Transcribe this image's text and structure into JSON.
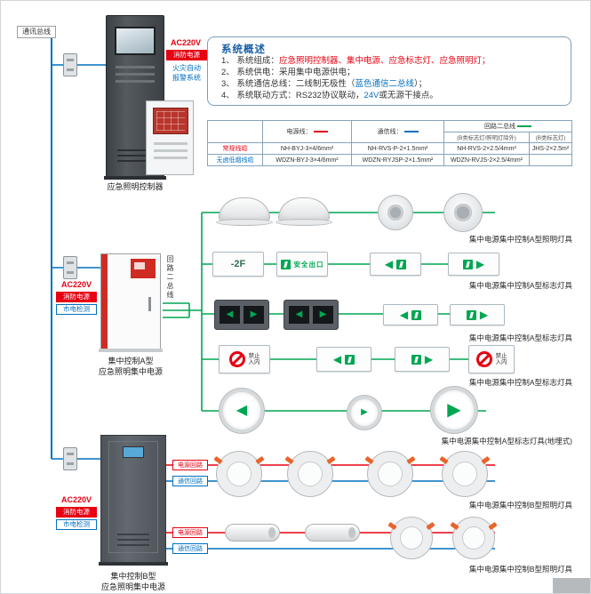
{
  "colors": {
    "power_line": "#e60012",
    "comm_line": "#0070c0",
    "loop_line": "#00a651",
    "accent_blue": "#1a5fa8"
  },
  "icons": {
    "arrow_left": "◀",
    "arrow_right": "▶"
  },
  "bus": {
    "label": "通讯总线"
  },
  "cabinets": {
    "controller": {
      "caption": "应急照明控制器",
      "ac": "AC220V",
      "fire": "消防电源",
      "fa_line1": "火灾自动",
      "fa_line2": "报警系统"
    },
    "power_a": {
      "caption1": "集中控制A型",
      "caption2": "应急照明集中电源",
      "ac": "AC220V",
      "fire": "消防电源",
      "mains": "市电检测",
      "loop_label": "回路二总线"
    },
    "power_b": {
      "caption1": "集中控制B型",
      "caption2": "应急照明集中电源",
      "ac": "AC220V",
      "fire": "消防电源",
      "mains": "市电检测"
    }
  },
  "overview": {
    "title": "系统概述",
    "item1": {
      "pre": "1、 系统组成：",
      "hl": "应急照明控制器、集中电源、应急标志灯、应急照明灯；"
    },
    "item2": {
      "pre": "2、 系统供电：",
      "text": "采用集中电源供电；"
    },
    "item3": {
      "pre": "3、 系统通信总线：二线制无极性（",
      "hl": "蓝色通信二总线",
      "post": "）；"
    },
    "item4": {
      "pre": "4、 系统联动方式：RS232协议联动，",
      "hl": "24V",
      "post": "或无源干接点。"
    }
  },
  "wire_table": {
    "col_power": "电源线：",
    "col_comm": "通信线：",
    "col_loop": "回路二总线",
    "loop_sub1": "(B类标志灯/照明灯除外)",
    "loop_sub2": "(B类标志灯)",
    "row1": {
      "label": "常规线缆",
      "power": "NH-BYJ-3×4/6mm²",
      "comm": "NH-RVS-P-2×1.5mm²",
      "loop1": "NH-RVS-2×2.5/4mm²",
      "loop2": "JHS-2×2.5m²"
    },
    "row2": {
      "label": "无卤低烟线缆",
      "power": "WDZN-BYJ-3×4/6mm²",
      "comm": "WDZN-RYJSP-2×1.5mm²",
      "loop1": "WDZN-RVJS-2×2.5/4mm²",
      "loop2": ""
    }
  },
  "signs": {
    "floor_label": "-2F",
    "exit": "安全出口",
    "no_entry1": "禁止",
    "no_entry2": "入内"
  },
  "circuit_labels": {
    "power": "电源回路",
    "comm": "通信回路"
  },
  "captions": {
    "row1": "集中电源集中控制A型照明灯具",
    "row2": "集中电源集中控制A型标志灯具",
    "row3": "集中电源集中控制A型标志灯具",
    "row4": "集中电源集中控制A型标志灯具",
    "row5": "集中电源集中控制A型标志灯具(地埋式)",
    "row6": "集中电源集中控制B型照明灯具",
    "row7": "集中电源集中控制B型照明灯具"
  }
}
